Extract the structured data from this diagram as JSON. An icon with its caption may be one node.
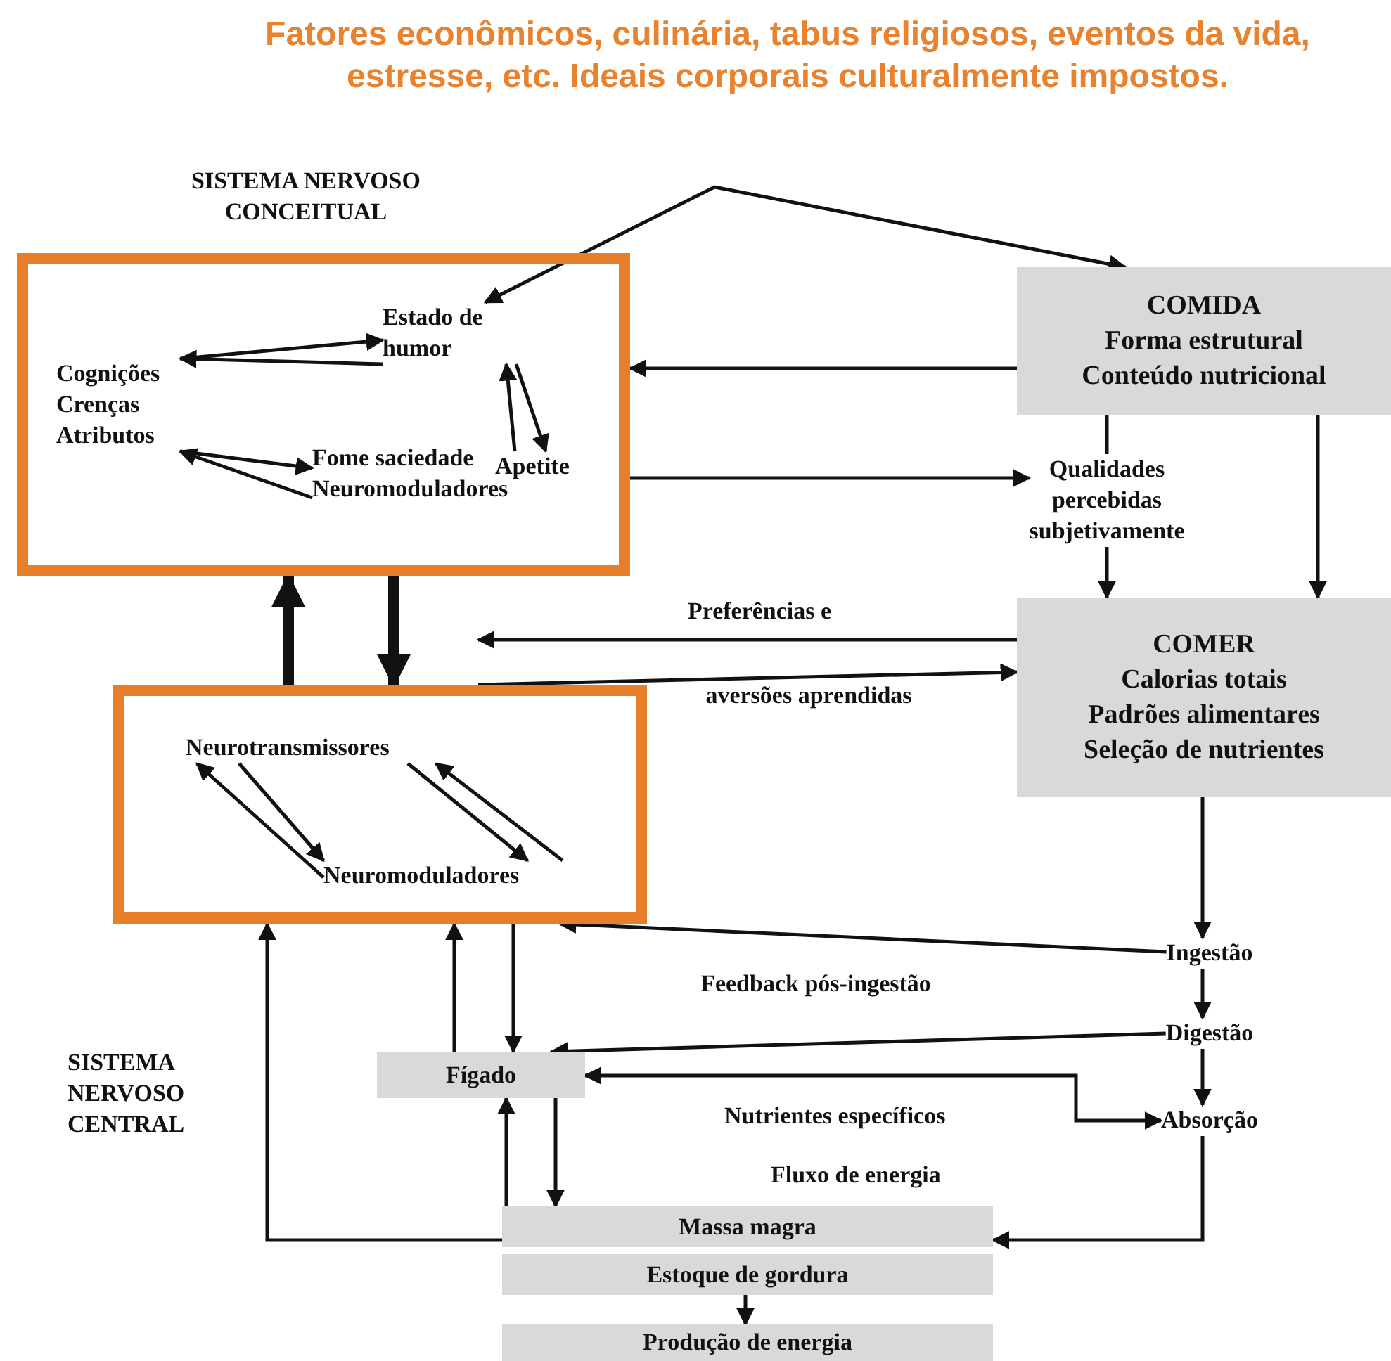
{
  "diagram": {
    "title": "Fatores econômicos, culinária, tabus religiosos, eventos da vida, estresse, etc. Ideais corporais culturalmente impostos.",
    "nodes": [
      {
        "text": [],
        "shape": "box"
      },
      {
        "text": [
          "Estado de humor"
        ],
        "in": 0
      },
      {
        "text": [
          "Cognições Crenças Atributos"
        ],
        "in": 0
      },
      {
        "text": [
          "Apetite"
        ],
        "in": 0
      },
      {
        "text": [
          "Fome saciedade Neuromoduladores"
        ],
        "in": 0
      },
      {
        "text": [],
        "shape": "box"
      },
      {
        "text": [
          "Neurotransmissores"
        ],
        "in": 5
      },
      {
        "text": [
          "Neuromoduladores"
        ],
        "in": 5
      },
      {
        "text": [
          "COMIDA",
          "Forma estrutural",
          "Conteúdo nutricional"
        ]
      },
      {
        "text": [
          "Qualidades percebidas subjetivamente"
        ]
      },
      {
        "text": [
          "COMER",
          "Calorias totais",
          "Padrões alimentares",
          "Seleção de nutrientes"
        ]
      },
      {
        "text": [
          "Ingestão"
        ]
      },
      {
        "text": [
          "Digestão"
        ]
      },
      {
        "text": [
          "Absorção"
        ]
      },
      {
        "text": [
          "Fígado"
        ]
      },
      {
        "text": [
          "Massa magra"
        ]
      },
      {
        "text": [
          "Estoque de gordura"
        ]
      },
      {
        "text": [
          "Produção de energia"
        ]
      }
    ],
    "edges": [
      {
        "from": 1,
        "to": 8,
        "arrow": "both"
      },
      {
        "from": 2,
        "to": 1,
        "arrow": "to"
      },
      {
        "from": 1,
        "to": 2,
        "arrow": "to"
      },
      {
        "from": 3,
        "to": 1,
        "arrow": "to"
      },
      {
        "from": 1,
        "to": 3,
        "arrow": "to"
      },
      {
        "from": 2,
        "to": 4,
        "arrow": "to"
      },
      {
        "from": 4,
        "to": 2,
        "arrow": "to"
      },
      {
        "from": 8,
        "to": 0,
        "arrow": "to"
      },
      {
        "from": 0,
        "to": 9,
        "arrow": "to"
      },
      {
        "from": 8,
        "to": 9,
        "arrow": "none"
      },
      {
        "from": 9,
        "to": 10,
        "arrow": "to"
      },
      {
        "from": 8,
        "to": 10,
        "arrow": "to"
      },
      {
        "from": 5,
        "to": 0,
        "arrow": "to",
        "style": "thick"
      },
      {
        "from": 0,
        "to": 5,
        "arrow": "to",
        "style": "thick"
      },
      {
        "from": 10,
        "to": null,
        "arrow": "to",
        "label": "Preferências e"
      },
      {
        "from": 5,
        "to": 10,
        "arrow": "to",
        "label": "aversões aprendidas"
      },
      {
        "from": 6,
        "to": 7,
        "arrow": "to"
      },
      {
        "from": 7,
        "to": 6,
        "arrow": "to"
      },
      {
        "from": 7,
        "to": 6,
        "arrow": "to"
      },
      {
        "from": 6,
        "to": 7,
        "arrow": "to"
      },
      {
        "from": 10,
        "to": 11,
        "arrow": "to"
      },
      {
        "from": 11,
        "to": 12,
        "arrow": "to"
      },
      {
        "from": 12,
        "to": 13,
        "arrow": "to"
      },
      {
        "from": 11,
        "to": 5,
        "arrow": "to",
        "label": "Feedback pós-ingestão"
      },
      {
        "from": 12,
        "to": 14,
        "arrow": "to"
      },
      {
        "from": 13,
        "to": 14,
        "arrow": "both"
      },
      {
        "from": 14,
        "to": 5,
        "arrow": "to"
      },
      {
        "from": 5,
        "to": 14,
        "arrow": "to"
      },
      {
        "from": 15,
        "to": 14,
        "arrow": "to"
      },
      {
        "from": 14,
        "to": 15,
        "arrow": "to"
      },
      {
        "from": 15,
        "to": 5,
        "arrow": "to"
      },
      {
        "from": 13,
        "to": 15,
        "arrow": "to"
      },
      {
        "from": 16,
        "to": 17,
        "arrow": "to"
      }
    ],
    "labels": [
      "SISTEMA NERVOSO CONCEITUAL",
      "SISTEMA NERVOSO CENTRAL",
      "Nutrientes específicos",
      "Fluxo de energia"
    ]
  }
}
